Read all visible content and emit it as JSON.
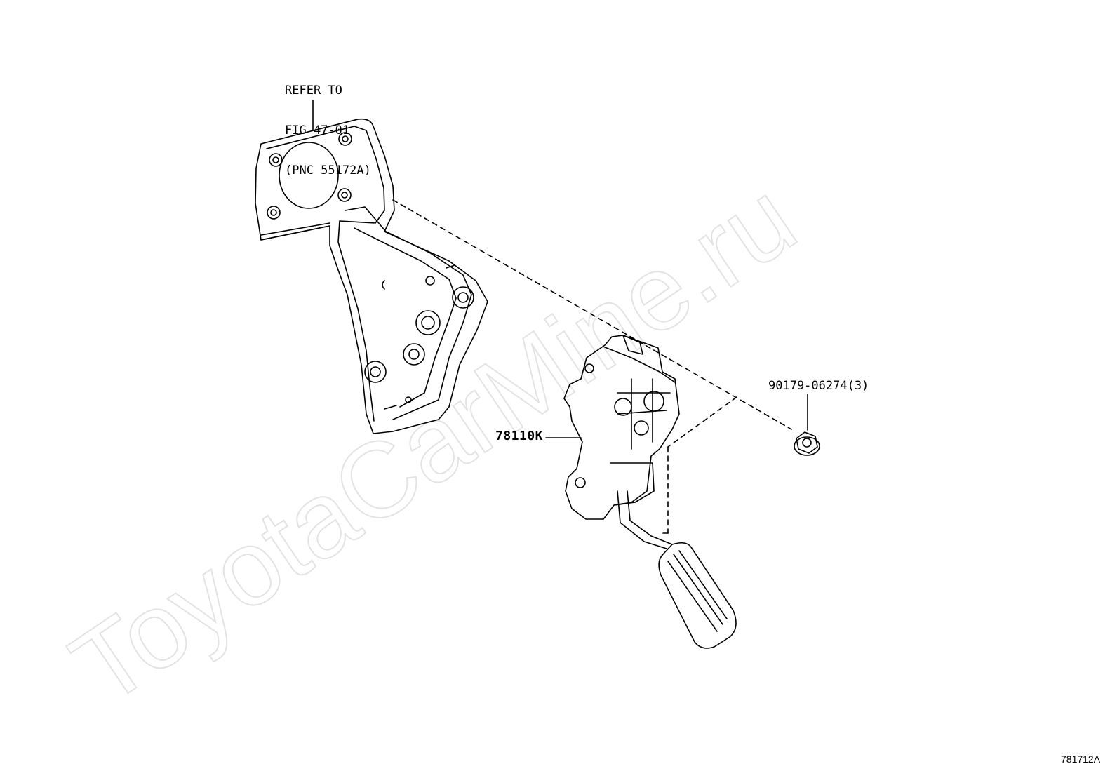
{
  "watermark": "ToyotaCarMine.ru",
  "callouts": {
    "refer_line1": "REFER TO",
    "refer_line2": "FIG 47-01",
    "refer_line3": "(PNC 55172A)",
    "pedal_assembly": "78110K",
    "nut": "90179-06274(3)"
  },
  "figure_id": "781712A"
}
